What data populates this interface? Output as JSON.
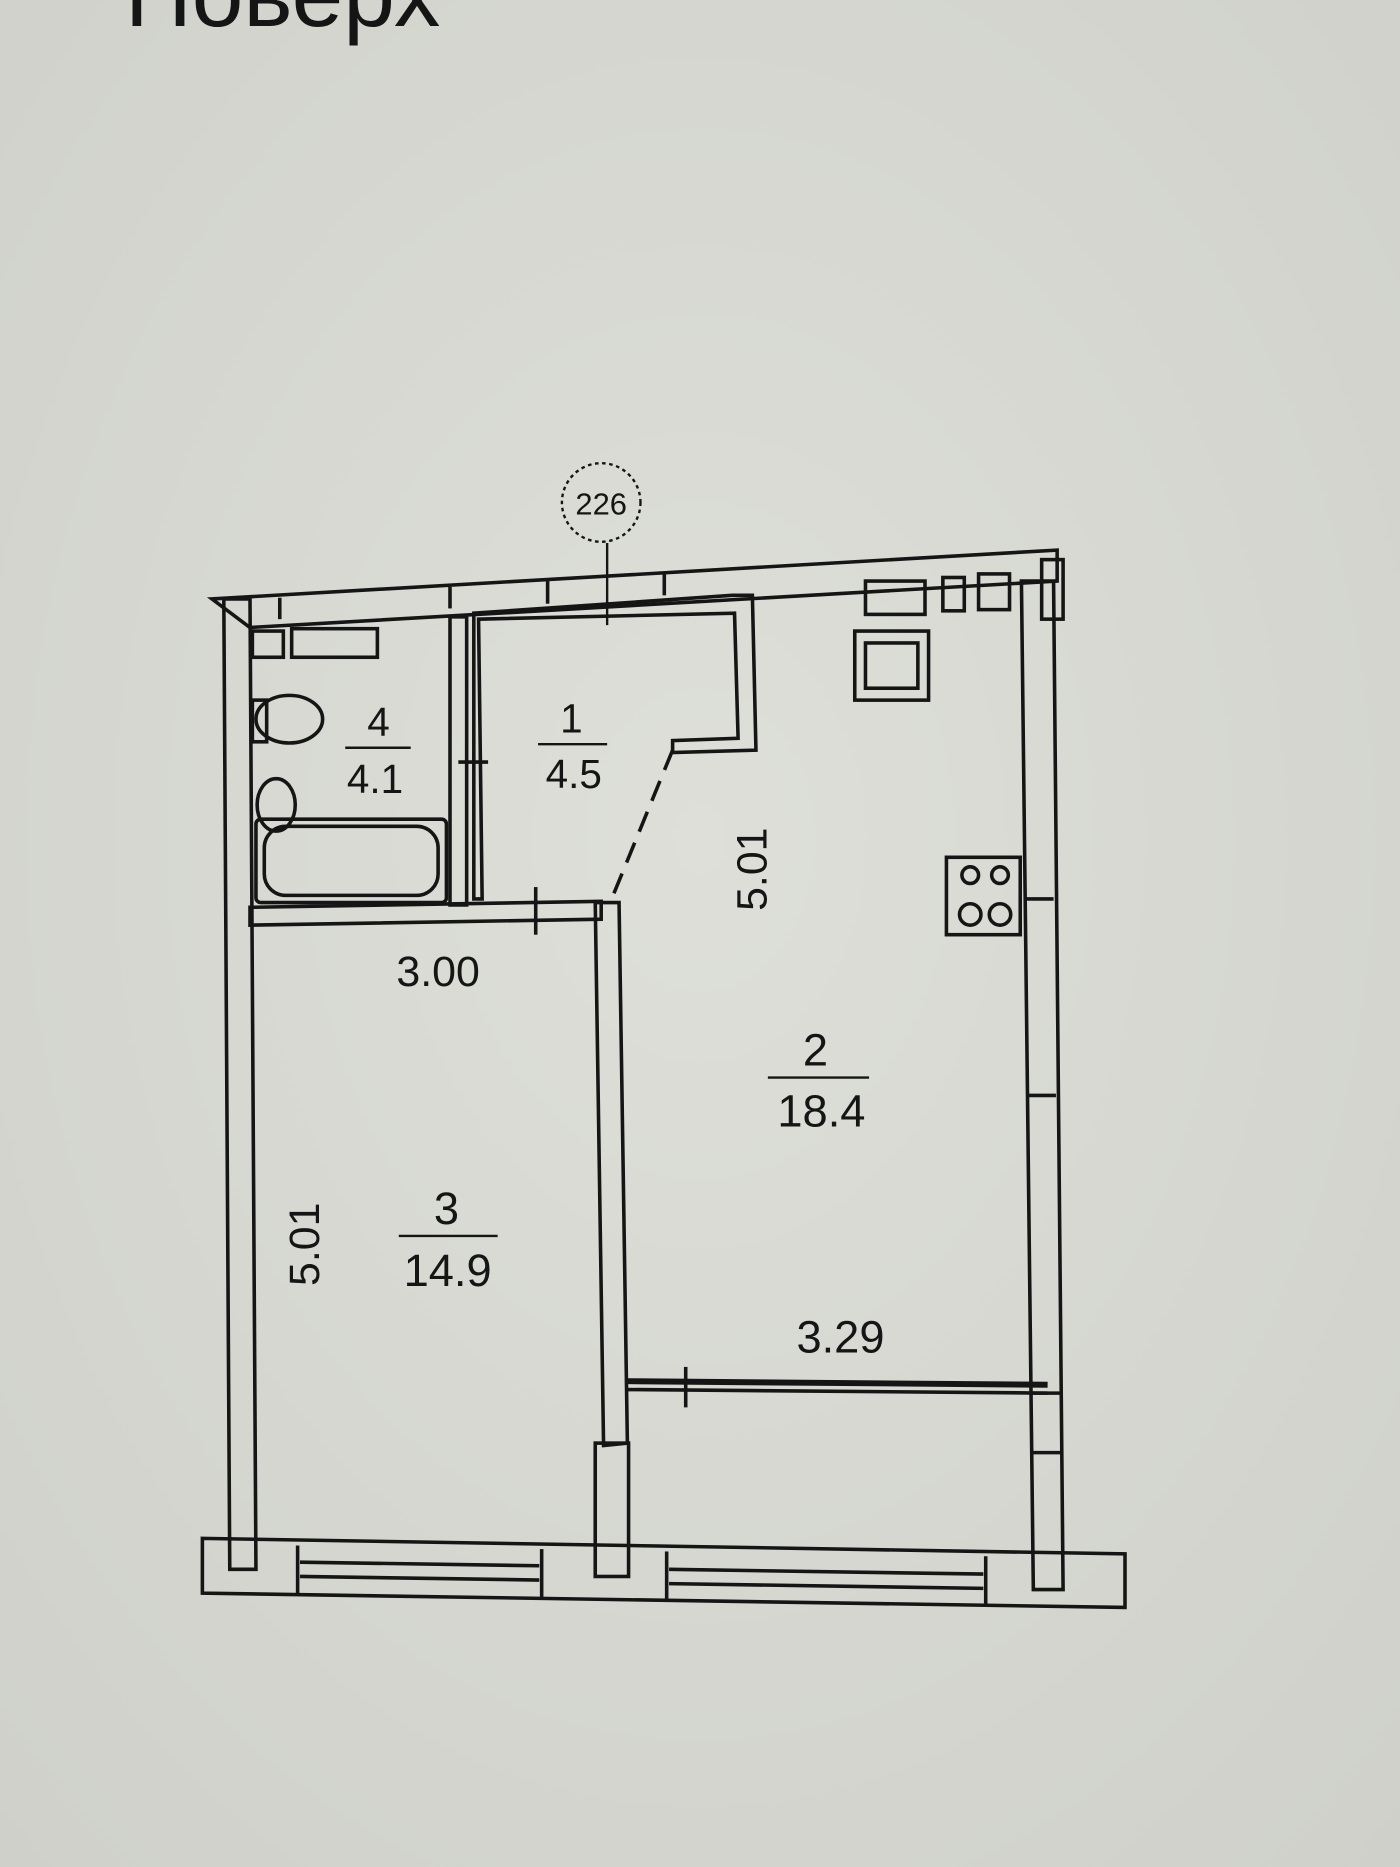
{
  "page_title": "Поверх",
  "axis_marker": "226",
  "rooms": [
    {
      "number": "1",
      "area": "4.5"
    },
    {
      "number": "2",
      "area": "18.4"
    },
    {
      "number": "3",
      "area": "14.9"
    },
    {
      "number": "4",
      "area": "4.1"
    }
  ],
  "dimensions": {
    "kitchen_height": "5.01",
    "bedroom_width": "3.00",
    "bedroom_height": "5.01",
    "kitchen_width": "3.29"
  },
  "colors": {
    "paper": "#d9d9d3",
    "ink": "#151515"
  }
}
